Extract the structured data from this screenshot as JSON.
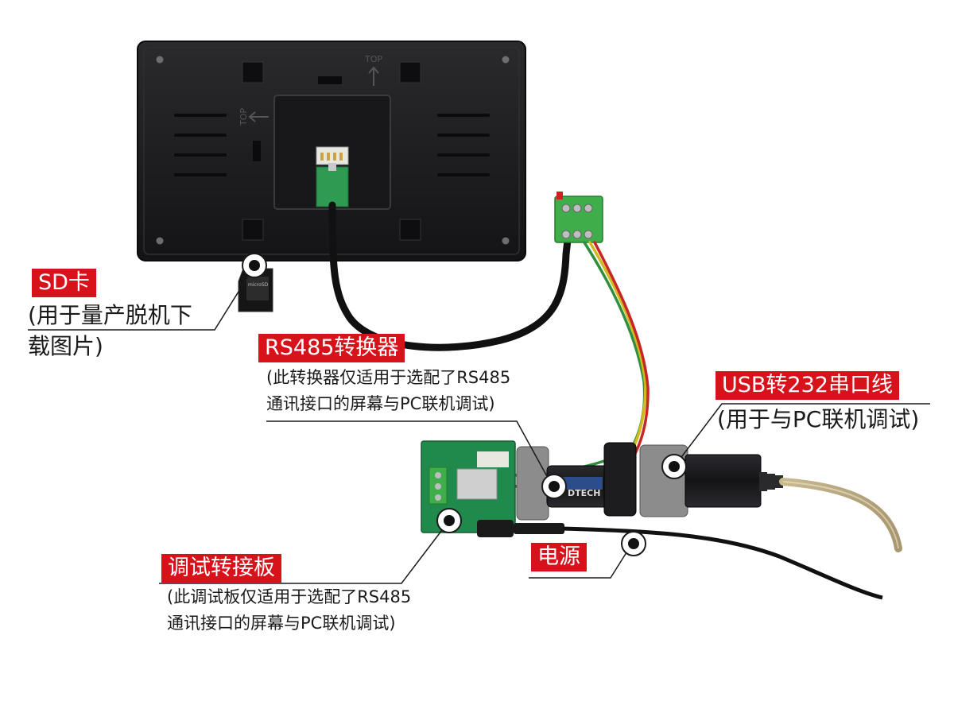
{
  "colors": {
    "accent_red": "#d8121b",
    "text_dark": "#1a1a1a",
    "device_body": "#1b1b1d",
    "pcb_green": "#1f8a4c",
    "connector_green": "#3fae4a"
  },
  "device": {
    "panel_top_marker": "TOP",
    "panel_side_marker": "TOP"
  },
  "callouts": {
    "sd_card": {
      "title": "SD卡",
      "desc_lines": [
        "(用于量产脱机下",
        "载图片)"
      ]
    },
    "rs485_converter": {
      "title": "RS485转换器",
      "desc_lines": [
        "(此转换器仅适用于选配了RS485",
        "通讯接口的屏幕与PC联机调试)"
      ]
    },
    "usb_232_cable": {
      "title": "USB转232串口线",
      "desc_lines": [
        "(用于与PC联机调试)"
      ]
    },
    "debug_adapter_board": {
      "title": "调试转接板",
      "desc_lines": [
        "(此调试板仅适用于选配了RS485",
        "通讯接口的屏幕与PC联机调试)"
      ]
    },
    "power": {
      "title": "电源"
    }
  }
}
